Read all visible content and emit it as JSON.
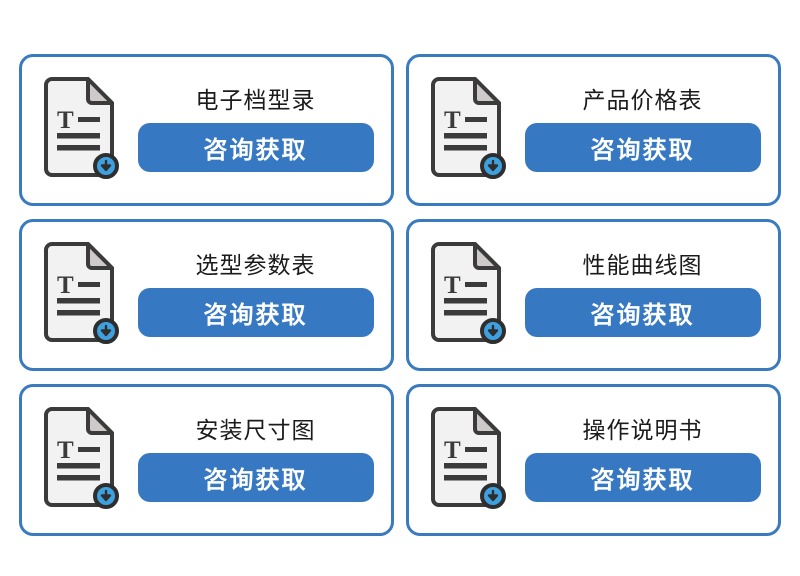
{
  "page": {
    "background_color": "#ffffff",
    "layout": "2-column x 3-row card grid"
  },
  "theme": {
    "card_border_color": "#3a7bbf",
    "button_color": "#3778c2",
    "button_text_color": "#ffffff",
    "title_text_color": "#1b1b1b",
    "doc_page_color": "#f2f2f2",
    "doc_outline_color": "#3b3b3b",
    "doc_fold_color": "#cfcaca",
    "doc_line_color": "#3b3b3b",
    "badge_color": "#3fa0e0",
    "badge_outline_color": "#2e2e2e"
  },
  "cards": [
    {
      "icon": "document-download-icon",
      "title": "电子档型录",
      "button_label": "咨询获取"
    },
    {
      "icon": "document-download-icon",
      "title": "产品价格表",
      "button_label": "咨询获取"
    },
    {
      "icon": "document-download-icon",
      "title": "选型参数表",
      "button_label": "咨询获取"
    },
    {
      "icon": "document-download-icon",
      "title": "性能曲线图",
      "button_label": "咨询获取"
    },
    {
      "icon": "document-download-icon",
      "title": "安装尺寸图",
      "button_label": "咨询获取"
    },
    {
      "icon": "document-download-icon",
      "title": "操作说明书",
      "button_label": "咨询获取"
    }
  ]
}
